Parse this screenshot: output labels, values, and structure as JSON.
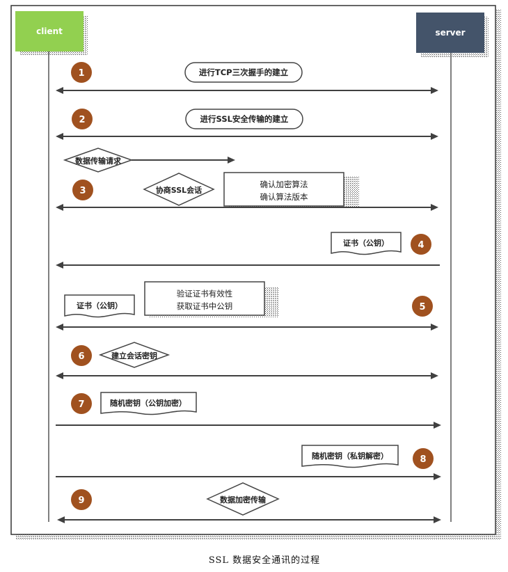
{
  "actors": {
    "client": {
      "label": "client",
      "color": "#92d050"
    },
    "server": {
      "label": "server",
      "color": "#44546a"
    }
  },
  "steps": {
    "s1": {
      "num": "1",
      "label": "进行TCP三次握手的建立"
    },
    "s2": {
      "num": "2",
      "label": "进行SSL安全传输的建立"
    },
    "s3": {
      "num": "3",
      "request": "数据传输请求",
      "negotiate": "协商SSL会话",
      "note_line1": "确认加密算法",
      "note_line2": "确认算法版本"
    },
    "s4": {
      "num": "4",
      "doc": "证书（公钥）"
    },
    "s5": {
      "num": "5",
      "doc": "证书（公钥）",
      "note_line1": "验证证书有效性",
      "note_line2": "获取证书中公钥"
    },
    "s6": {
      "num": "6",
      "label": "建立会话密钥"
    },
    "s7": {
      "num": "7",
      "doc": "随机密钥（公钥加密）"
    },
    "s8": {
      "num": "8",
      "doc": "随机密钥（私钥解密）"
    },
    "s9": {
      "num": "9",
      "label": "数据加密传输"
    }
  },
  "colors": {
    "step_circle": "#a0511f",
    "line": "#404040"
  },
  "caption": "SSL 数据安全通讯的过程"
}
